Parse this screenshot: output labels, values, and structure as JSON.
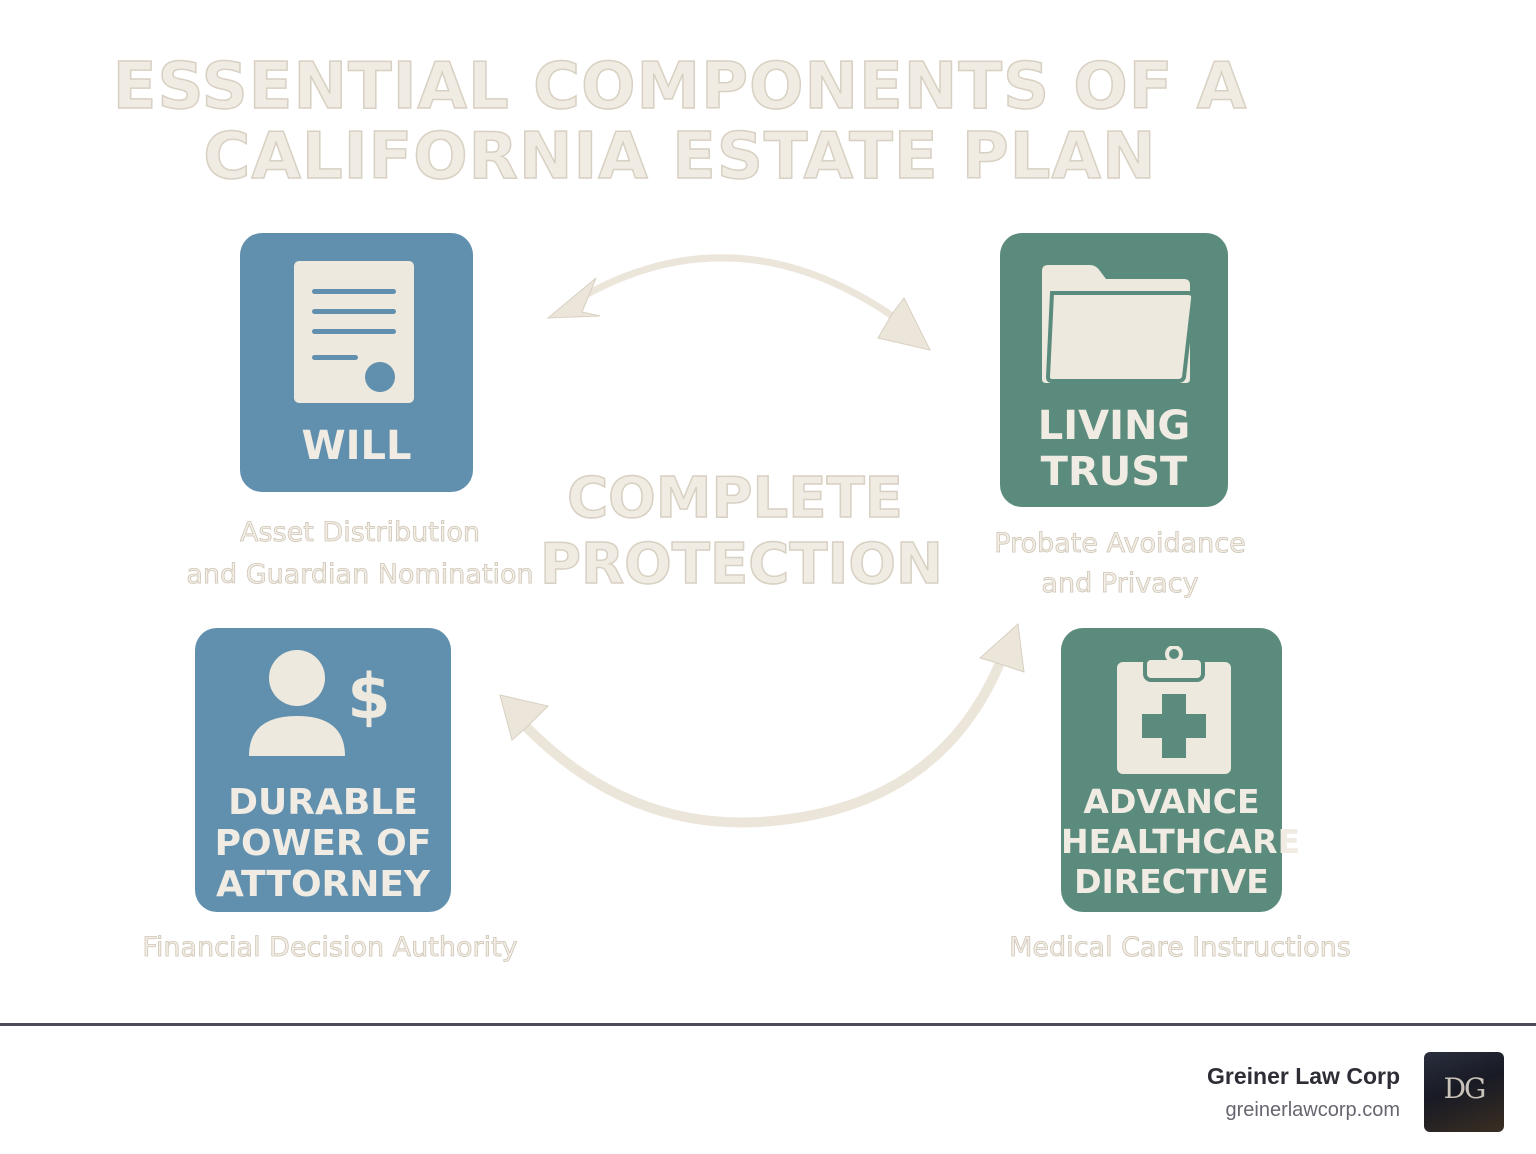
{
  "title": {
    "line1": "ESSENTIAL COMPONENTS OF A",
    "line2": "CALIFORNIA ESTATE PLAN"
  },
  "center": {
    "line1": "COMPLETE",
    "line2": "PROTECTION"
  },
  "components": {
    "will": {
      "label": "WILL",
      "caption_line1": "Asset Distribution",
      "caption_line2": "and Guardian Nomination",
      "icon": "document-with-seal-icon",
      "color": "#6190ae"
    },
    "living_trust": {
      "label_line1": "LIVING",
      "label_line2": "TRUST",
      "caption_line1": "Probate Avoidance",
      "caption_line2": "and Privacy",
      "icon": "folder-icon",
      "color": "#5b8b7c"
    },
    "durable_poa": {
      "label_line1": "DURABLE",
      "label_line2": "POWER OF",
      "label_line3": "ATTORNEY",
      "caption": "Financial Decision Authority",
      "icon": "person-dollar-icon",
      "color": "#6190ae"
    },
    "healthcare_directive": {
      "label_line1": "ADVANCE",
      "label_line2": "HEALTHCARE",
      "label_line3": "DIRECTIVE",
      "caption": "Medical Care Instructions",
      "icon": "medical-clipboard-icon",
      "color": "#5b8b7c"
    }
  },
  "footer": {
    "brand_name": "Greiner Law Corp",
    "brand_url": "greinerlawcorp.com",
    "logo_text": "DG"
  }
}
